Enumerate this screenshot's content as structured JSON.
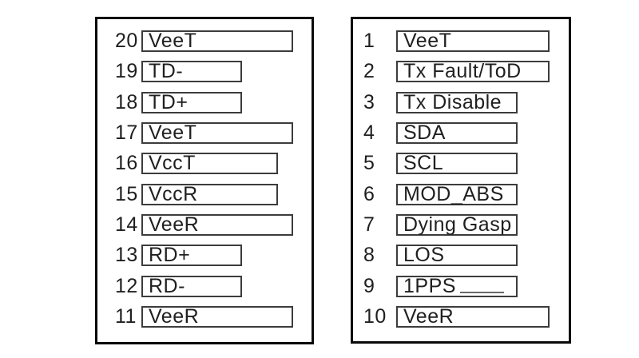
{
  "diagram": {
    "description": "Two-column module pinout diagram",
    "colors": {
      "background": "#ffffff",
      "outer_border": "#0a0a0a",
      "inner_border": "#3c3c3c",
      "text": "#1f1f1f"
    },
    "left_panel": {
      "pins": [
        {
          "number": "20",
          "label": "VeeT"
        },
        {
          "number": "19",
          "label": "TD-"
        },
        {
          "number": "18",
          "label": "TD+"
        },
        {
          "number": "17",
          "label": "VeeT"
        },
        {
          "number": "16",
          "label": "VccT"
        },
        {
          "number": "15",
          "label": "VccR"
        },
        {
          "number": "14",
          "label": "VeeR"
        },
        {
          "number": "13",
          "label": "RD+"
        },
        {
          "number": "12",
          "label": "RD-"
        },
        {
          "number": "11",
          "label": "VeeR"
        }
      ]
    },
    "right_panel": {
      "pins": [
        {
          "number": "1",
          "label": "VeeT"
        },
        {
          "number": "2",
          "label": "Tx Fault/ToD"
        },
        {
          "number": "3",
          "label": "Tx Disable"
        },
        {
          "number": "4",
          "label": "SDA"
        },
        {
          "number": "5",
          "label": "SCL"
        },
        {
          "number": "6",
          "label": "MOD_ABS"
        },
        {
          "number": "7",
          "label": "Dying Gasp"
        },
        {
          "number": "8",
          "label": "LOS"
        },
        {
          "number": "9",
          "label": "1PPS"
        },
        {
          "number": "10",
          "label": "VeeR"
        }
      ]
    }
  }
}
